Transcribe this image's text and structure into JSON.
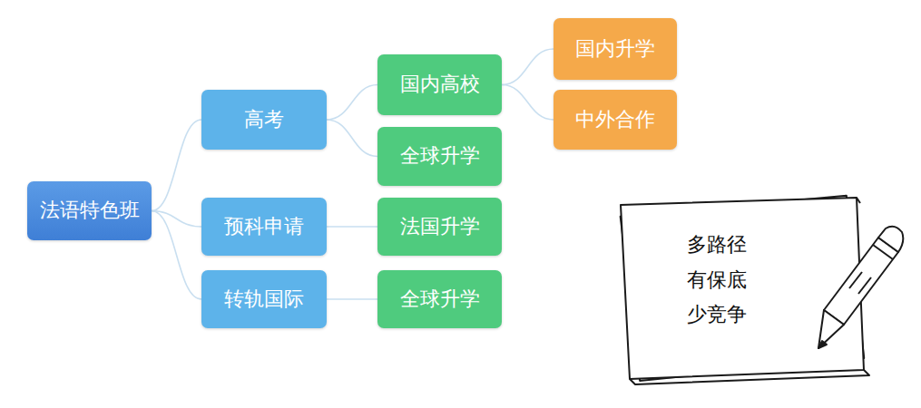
{
  "diagram": {
    "nodes": [
      {
        "text": [
          "法语特色班"
        ]
      },
      {
        "text": [
          "高考"
        ]
      },
      {
        "text": [
          "预科申请"
        ]
      },
      {
        "text": [
          "转轨国际"
        ]
      },
      {
        "text": [
          "国内高校"
        ]
      },
      {
        "text": [
          "全球升学"
        ]
      },
      {
        "text": [
          "法国升学"
        ]
      },
      {
        "text": [
          "全球升学"
        ]
      },
      {
        "text": [
          "国内升学"
        ]
      },
      {
        "text": [
          "中外合作"
        ]
      },
      {
        "text": [
          "多路径",
          "有保底",
          "少竞争"
        ]
      }
    ],
    "edges": [
      {
        "from": 0,
        "to": 1,
        "arrow": "none"
      },
      {
        "from": 0,
        "to": 2,
        "arrow": "none"
      },
      {
        "from": 0,
        "to": 3,
        "arrow": "none"
      },
      {
        "from": 1,
        "to": 4,
        "arrow": "none"
      },
      {
        "from": 1,
        "to": 5,
        "arrow": "none"
      },
      {
        "from": 2,
        "to": 6,
        "arrow": "none"
      },
      {
        "from": 3,
        "to": 7,
        "arrow": "none"
      },
      {
        "from": 4,
        "to": 8,
        "arrow": "none"
      },
      {
        "from": 4,
        "to": 9,
        "arrow": "none"
      }
    ]
  }
}
